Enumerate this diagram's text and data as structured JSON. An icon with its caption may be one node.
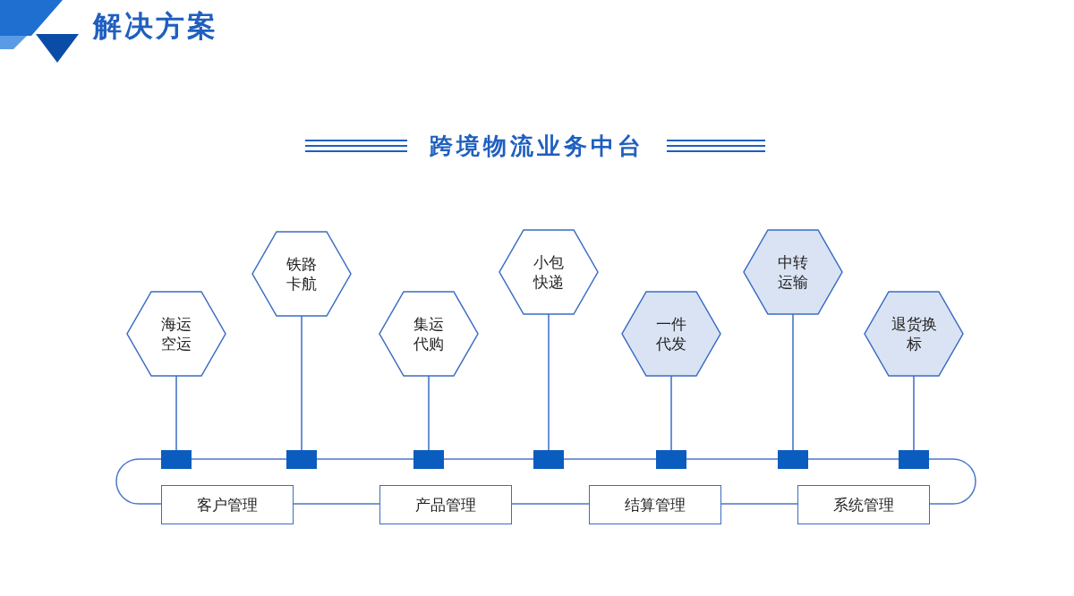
{
  "diagram": {
    "title": "解决方案",
    "nodes": [
      {
        "text": [
          "海运空运"
        ]
      },
      {
        "text": [
          "铁路卡航"
        ]
      },
      {
        "text": [
          "集运代购"
        ]
      },
      {
        "text": [
          "小包快递"
        ]
      },
      {
        "text": [
          "一件代发"
        ]
      },
      {
        "text": [
          "中转运输"
        ]
      },
      {
        "text": [
          "退货换标"
        ]
      },
      {
        "text": [],
        "shape": "box"
      },
      {
        "text": [],
        "shape": "box"
      },
      {
        "text": [],
        "shape": "box"
      },
      {
        "text": [],
        "shape": "box"
      },
      {
        "text": [],
        "shape": "box"
      },
      {
        "text": [],
        "shape": "box"
      },
      {
        "text": [],
        "shape": "box"
      },
      {
        "text": [
          "客户管理"
        ]
      },
      {
        "text": [
          "产品管理"
        ]
      },
      {
        "text": [
          "结算管理"
        ]
      },
      {
        "text": [
          "系统管理"
        ]
      }
    ],
    "edges": [
      {
        "from": 0,
        "to": 7,
        "arrow": "none"
      },
      {
        "from": 1,
        "to": 8,
        "arrow": "none"
      },
      {
        "from": 2,
        "to": 9,
        "arrow": "none"
      },
      {
        "from": 3,
        "to": 10,
        "arrow": "none"
      },
      {
        "from": 4,
        "to": 11,
        "arrow": "none"
      },
      {
        "from": 5,
        "to": 12,
        "arrow": "none"
      },
      {
        "from": 6,
        "to": 13,
        "arrow": "none"
      }
    ],
    "labels": [
      "跨境物流业务中台"
    ]
  }
}
